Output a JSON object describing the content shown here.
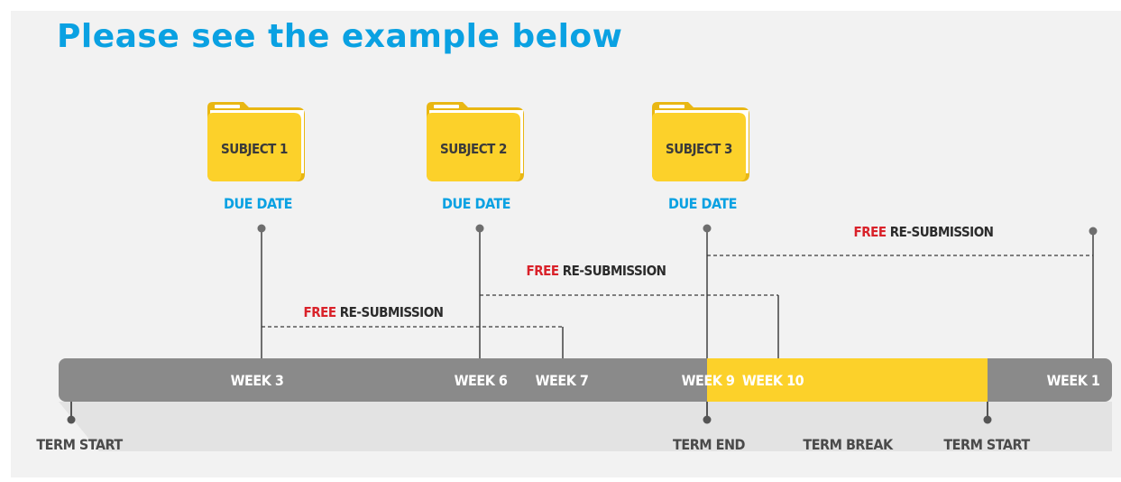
{
  "title": "Please see the example below",
  "subjects": [
    {
      "label": "SUBJECT 1",
      "due": "DUE DATE"
    },
    {
      "label": "SUBJECT 2",
      "due": "DUE DATE"
    },
    {
      "label": "SUBJECT 3",
      "due": "DUE DATE"
    }
  ],
  "weeks": [
    "WEEK 3",
    "WEEK 6",
    "WEEK 7",
    "WEEK 9",
    "WEEK 10",
    "WEEK 1"
  ],
  "terms": [
    "TERM START",
    "TERM END",
    "TERM BREAK",
    "TERM START"
  ],
  "resubmissions": [
    {
      "free": "FREE",
      "text": " RE-SUBMISSION"
    },
    {
      "free": "FREE",
      "text": " RE-SUBMISSION"
    },
    {
      "free": "FREE",
      "text": " RE-SUBMISSION"
    }
  ],
  "colors": {
    "accent": "#0aa1e2",
    "folder": "#fcd12a",
    "bar": "#8a8a8a",
    "break": "#fcd12a",
    "free": "#d9222a"
  }
}
